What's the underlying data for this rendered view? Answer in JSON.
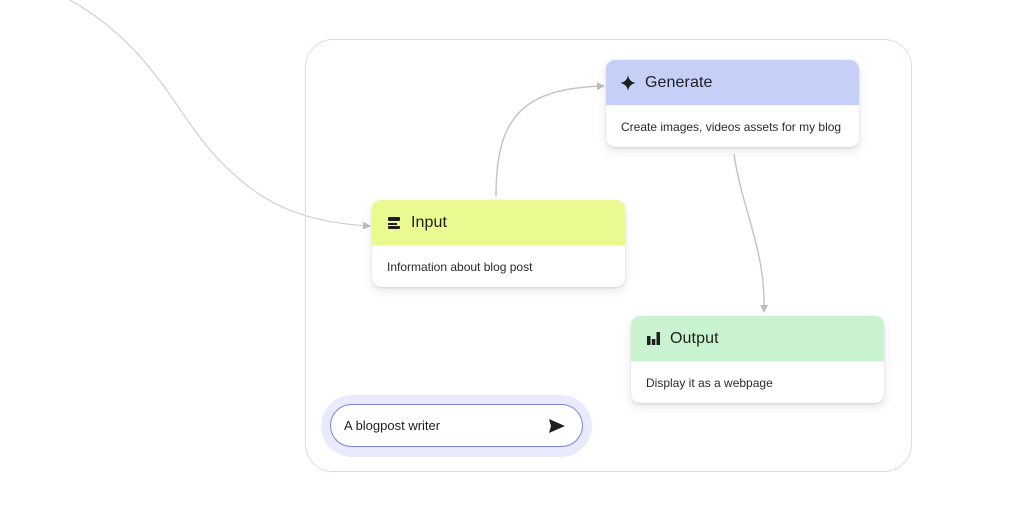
{
  "nodes": {
    "generate": {
      "title": "Generate",
      "description": "Create images, videos assets for my blog",
      "icon": "sparkle-icon",
      "header_color": "#c5cff8"
    },
    "input": {
      "title": "Input",
      "description": "Information about blog post",
      "icon": "input-icon",
      "header_color": "#eafa91"
    },
    "output": {
      "title": "Output",
      "description": "Display it as a webpage",
      "icon": "bar-chart-icon",
      "header_color": "#c9f3cf"
    }
  },
  "prompt": {
    "text": "A blogpost writer",
    "send_icon": "send-icon"
  },
  "colors": {
    "connector": "#c3c3c3",
    "frame_border": "#d6dcf2",
    "prompt_border": "#7b83e0",
    "prompt_halo": "#e9ebfc"
  }
}
